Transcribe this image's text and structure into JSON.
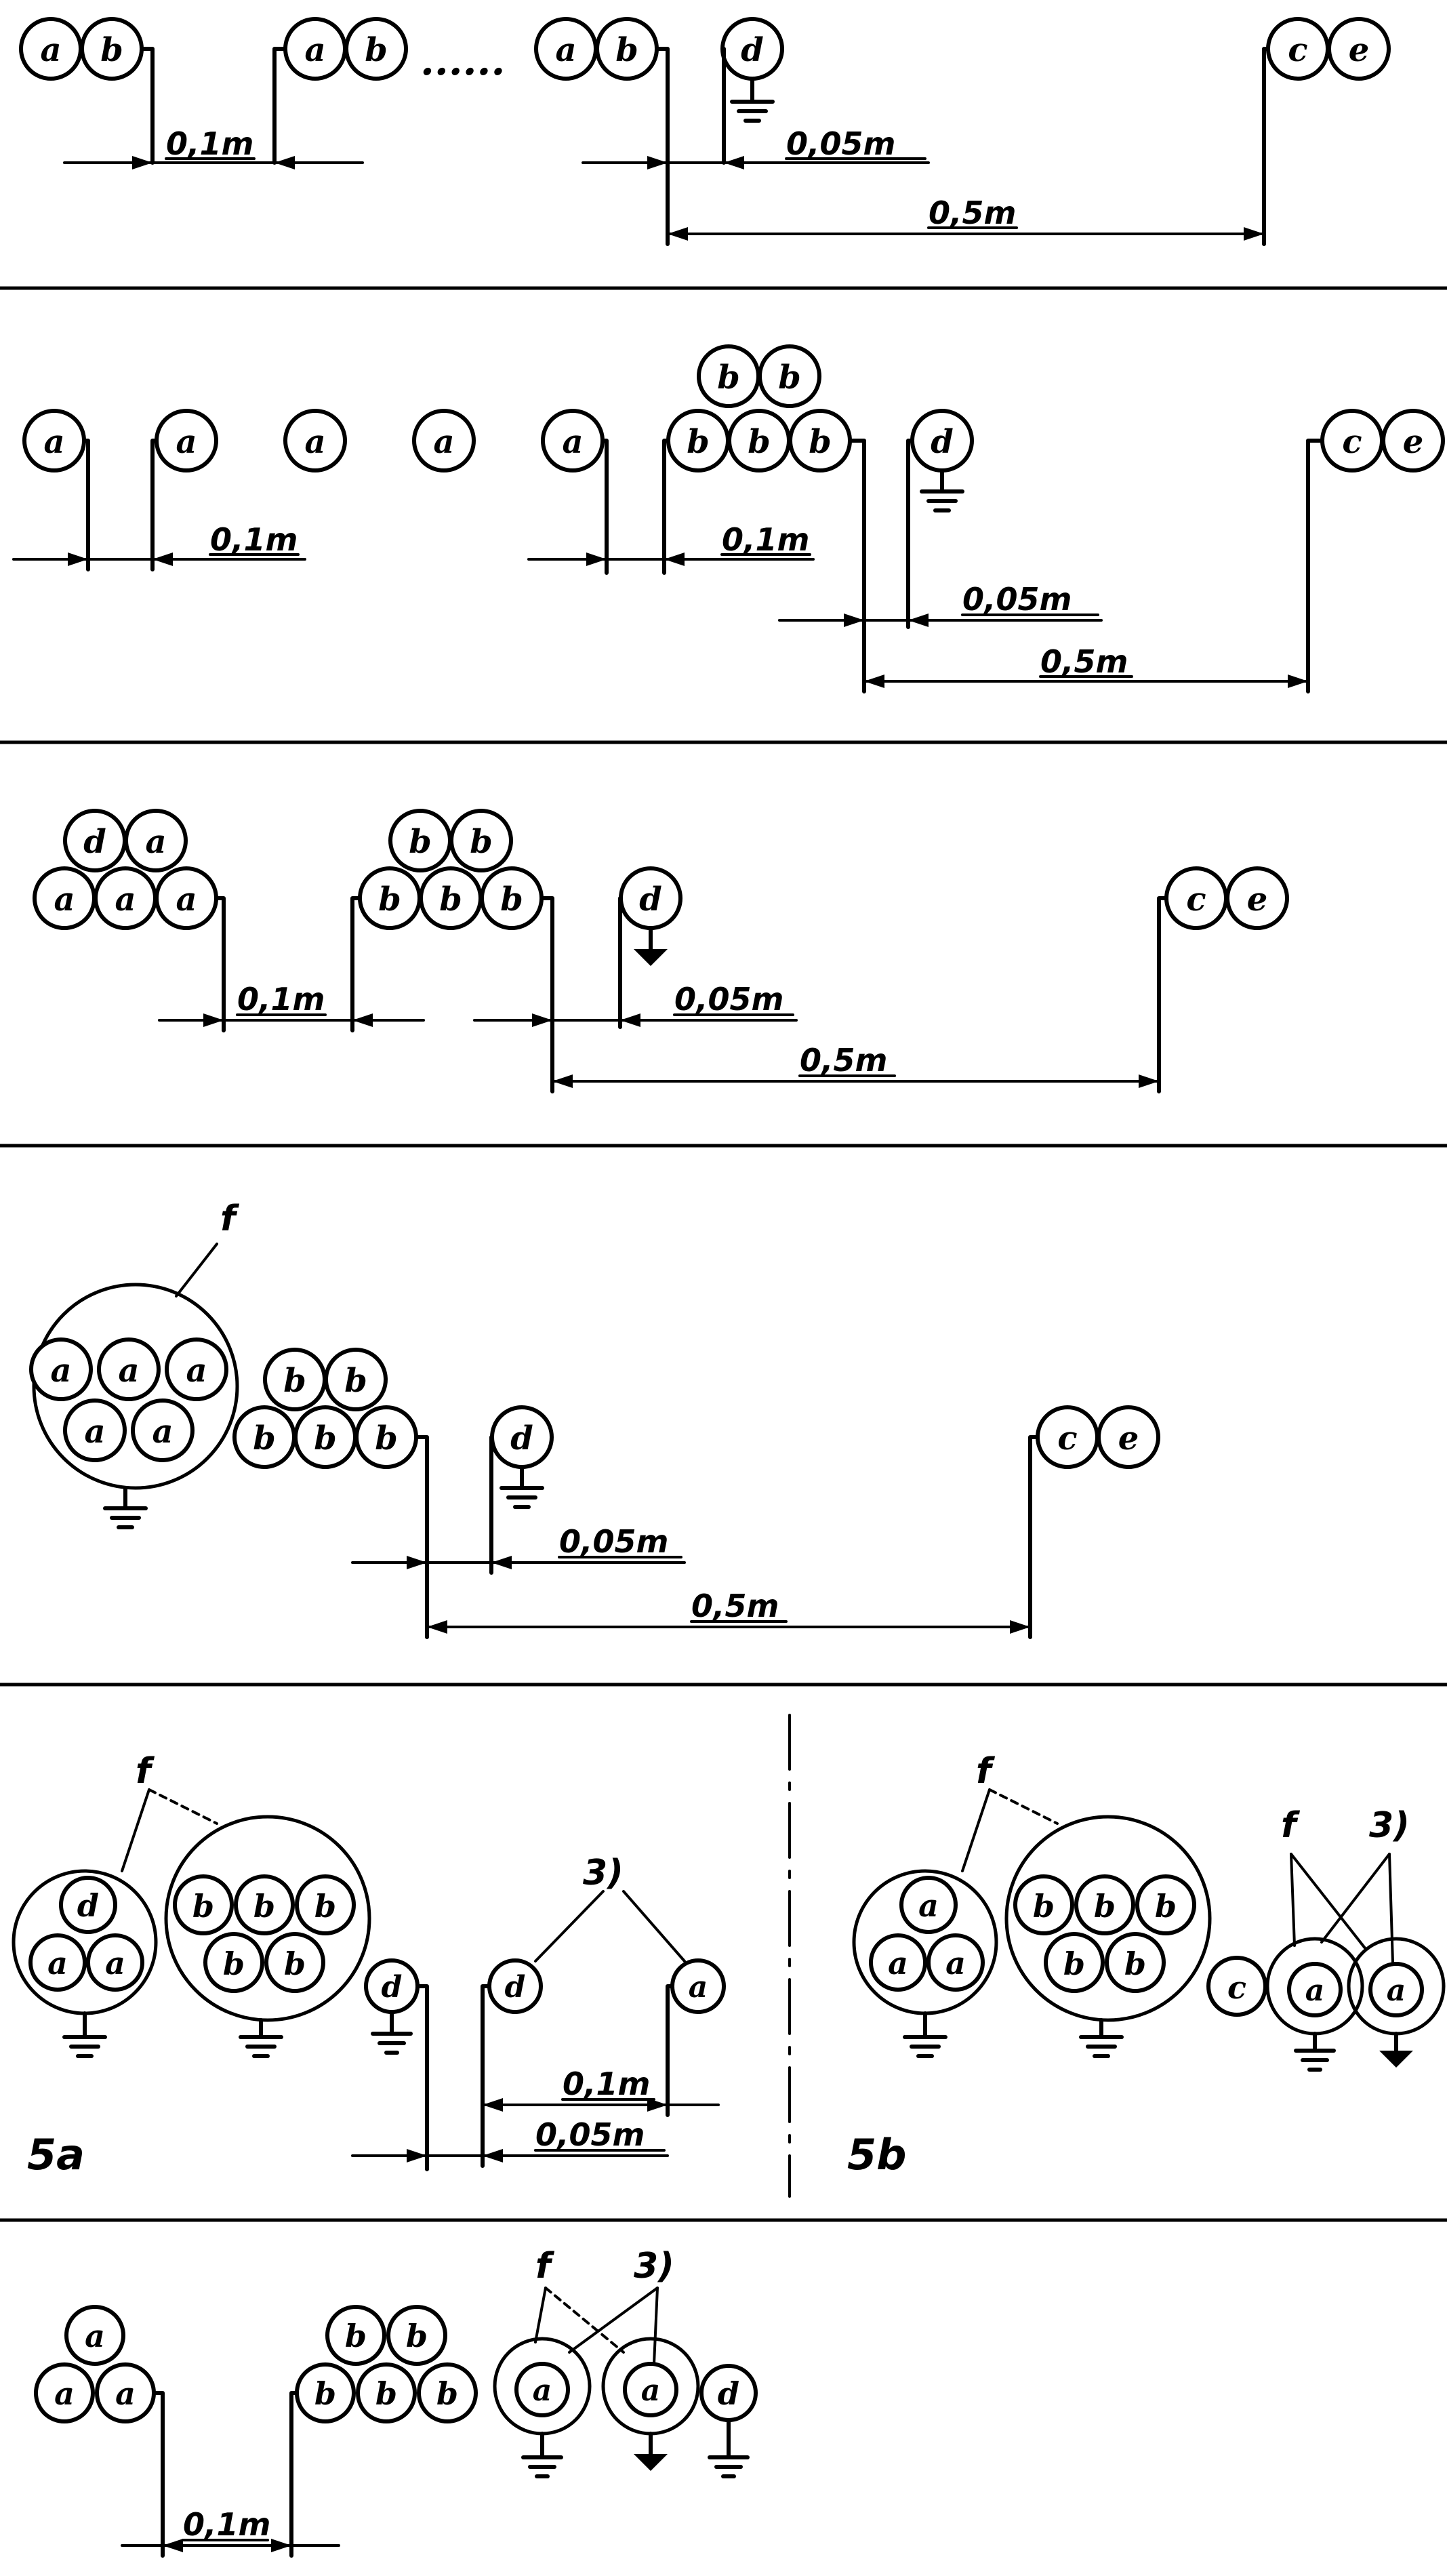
{
  "labels": {
    "a": "a",
    "b": "b",
    "c": "c",
    "d": "d",
    "e": "e",
    "f": "f",
    "note3": "3)",
    "dots": "......"
  },
  "dims": {
    "d01": "0,1m",
    "d005": "0,05m",
    "d05": "0,5m"
  },
  "panels": {
    "p5a": "5a",
    "p5b": "5b"
  },
  "colors": {
    "ink": "#000000",
    "paper": "#ffffff"
  }
}
